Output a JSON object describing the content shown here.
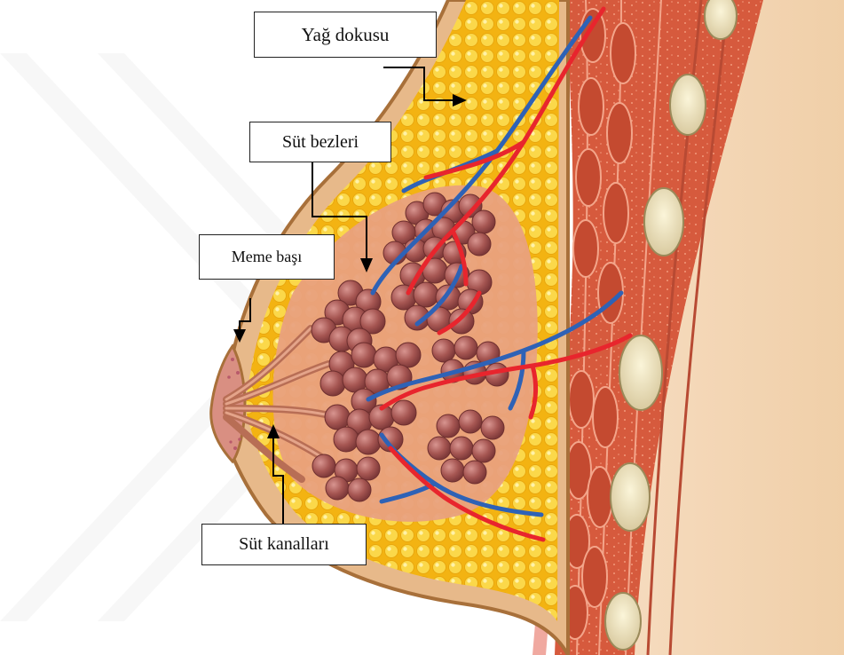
{
  "labels": {
    "fat_tissue": "Yağ dokusu",
    "milk_glands": "Süt bezleri",
    "nipple": "Meme başı",
    "milk_ducts": "Süt kanalları"
  },
  "colors": {
    "skin": "#f2d3b0",
    "skin_outline": "#a8703a",
    "fat": "#f6c21c",
    "fat_bubble": "#fbd94a",
    "muscle": "#d9583b",
    "muscle_fiber": "#f3a58a",
    "gland": "#9b4a4a",
    "gland_highlight": "#c27b77",
    "artery": "#e8252d",
    "vein": "#2e62b6",
    "rib": "#f1e6b8",
    "duct": "#d88a6a"
  }
}
